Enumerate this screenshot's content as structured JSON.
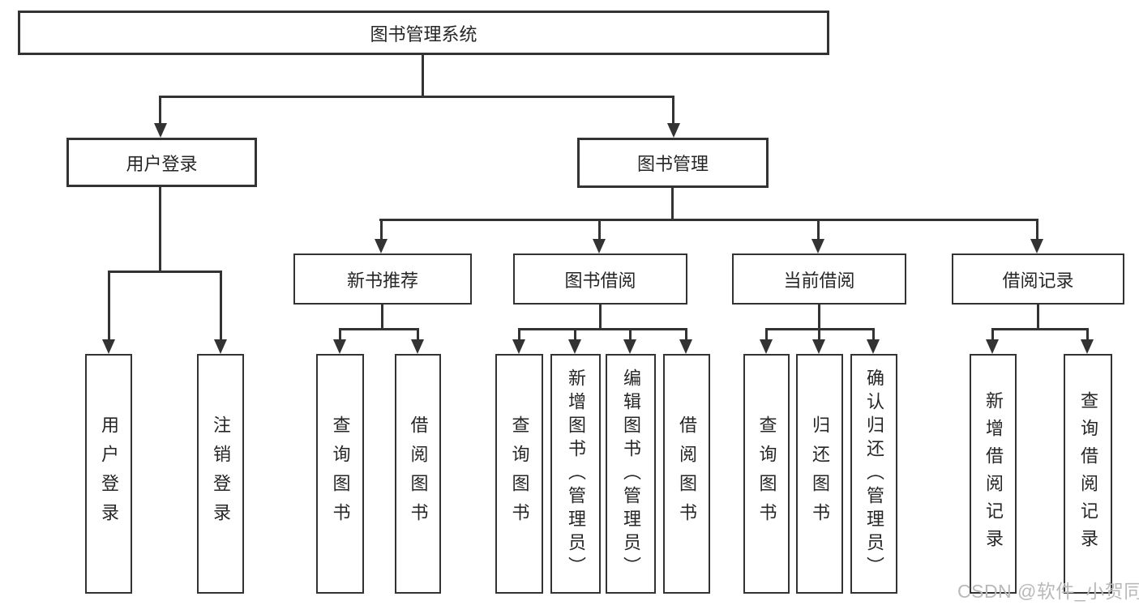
{
  "diagram_title": "图书管理系统",
  "colors": {
    "line": "#333333",
    "text": "#262626",
    "background": "#ffffff",
    "watermark": "#b9b9b9"
  },
  "nodes": {
    "root": {
      "label": "图书管理系统"
    },
    "level2": {
      "user_login": {
        "label": "用户登录"
      },
      "book_management": {
        "label": "图书管理"
      }
    },
    "level3": {
      "new_book_recommend": {
        "label": "新书推荐"
      },
      "book_borrow": {
        "label": "图书借阅"
      },
      "current_borrow": {
        "label": "当前借阅"
      },
      "borrow_records": {
        "label": "借阅记录"
      }
    },
    "leaves": {
      "user_login_leaf": {
        "label": "用户登录",
        "parent": "用户登录"
      },
      "logout_leaf": {
        "label": "注销登录",
        "parent": "用户登录"
      },
      "query_books_1": {
        "label": "查询图书",
        "parent": "新书推荐"
      },
      "borrow_books_1": {
        "label": "借阅图书",
        "parent": "新书推荐"
      },
      "query_books_2": {
        "label": "查询图书",
        "parent": "图书借阅"
      },
      "add_books": {
        "label": "新增图书（管理员）",
        "parent": "图书借阅"
      },
      "edit_books": {
        "label": "编辑图书（管理员）",
        "parent": "图书借阅"
      },
      "borrow_books_2": {
        "label": "借阅图书",
        "parent": "图书借阅"
      },
      "query_books_3": {
        "label": "查询图书",
        "parent": "当前借阅"
      },
      "return_books": {
        "label": "归还图书",
        "parent": "当前借阅"
      },
      "confirm_return": {
        "label": "确认归还（管理员）",
        "parent": "当前借阅"
      },
      "add_borrow_record": {
        "label": "新增借阅记录",
        "parent": "借阅记录"
      },
      "query_borrow_record": {
        "label": "查询借阅记录",
        "parent": "借阅记录"
      }
    }
  },
  "watermark": {
    "text": "CSDN @软件_小贺同学"
  }
}
